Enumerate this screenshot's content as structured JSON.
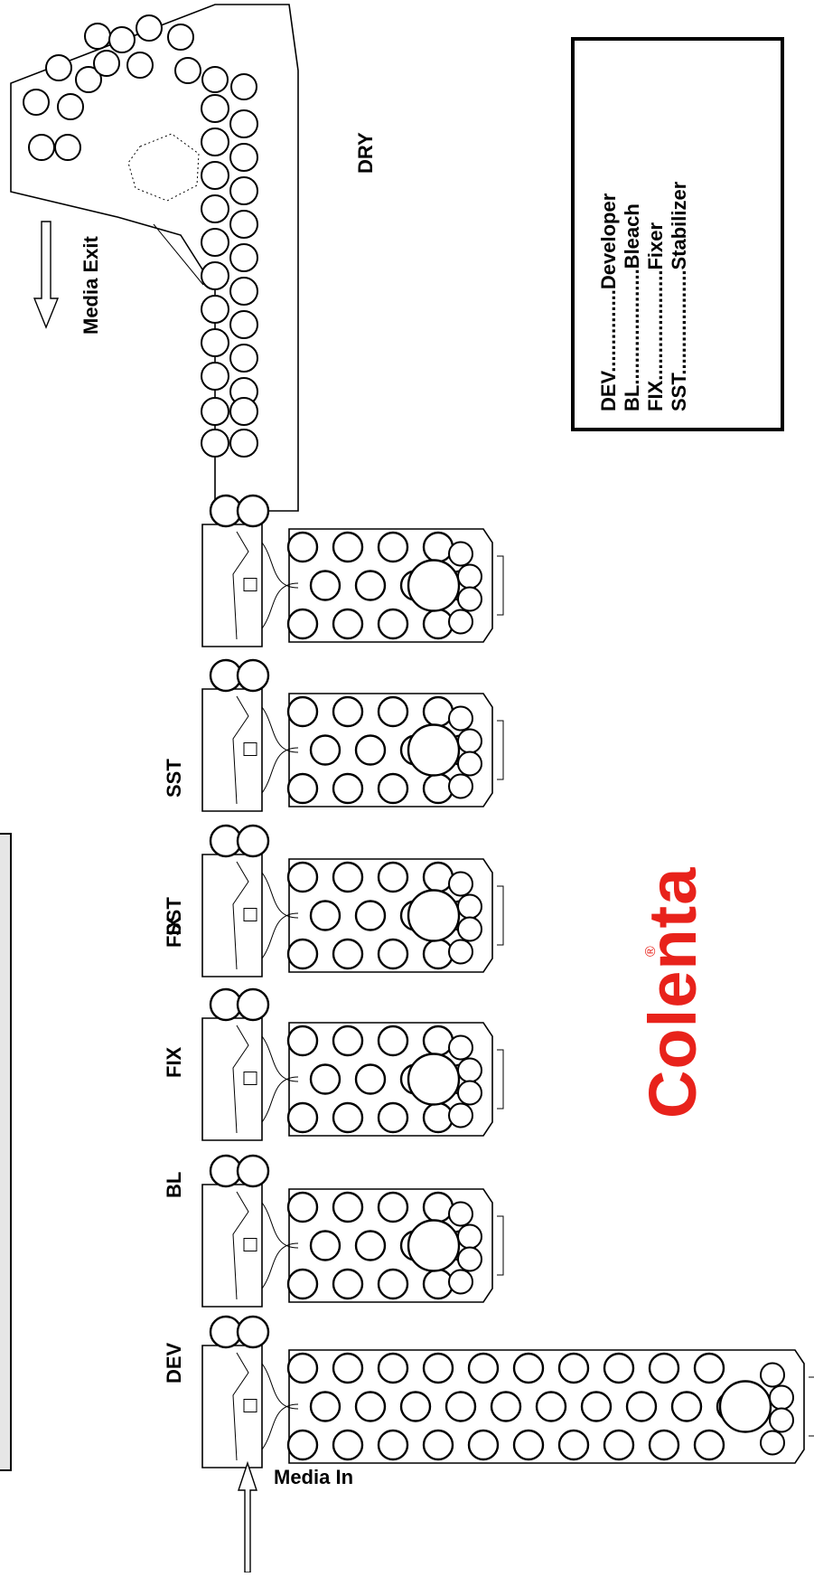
{
  "labels": {
    "media_exit": "Media Exit",
    "media_in": "Media In",
    "dry": "DRY",
    "stations": [
      "DEV",
      "BL",
      "FIX",
      "FIX",
      "SST",
      "SST"
    ]
  },
  "legend": {
    "lines": [
      {
        "abbr": "DEV",
        "dots": "...............",
        "name": "Developer"
      },
      {
        "abbr": "BL",
        "dots": ".....................",
        "name": "Bleach"
      },
      {
        "abbr": "FIX",
        "dots": "....................",
        "name": "Fixer"
      },
      {
        "abbr": "SST",
        "dots": "...................",
        "name": "Stabilizer"
      }
    ]
  },
  "brand": {
    "name": "Colenta",
    "mark": "®",
    "color": "#e8221b"
  }
}
